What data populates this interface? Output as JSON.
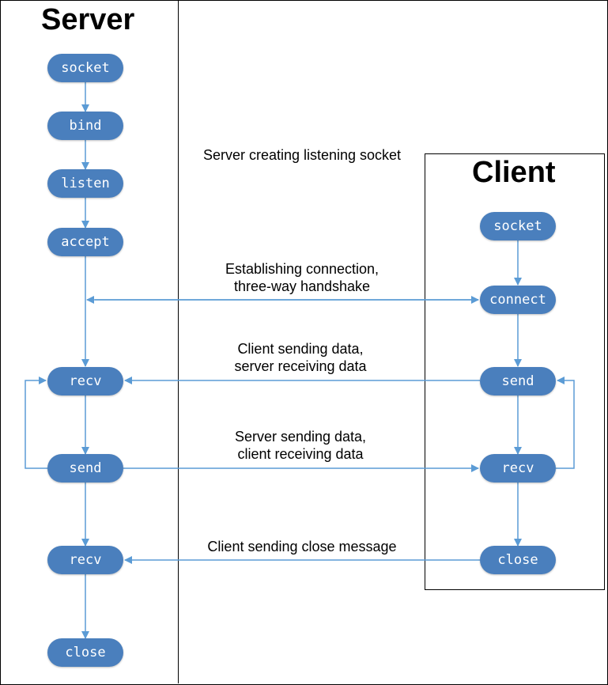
{
  "server": {
    "title": "Server",
    "steps": [
      "socket",
      "bind",
      "listen",
      "accept",
      "recv",
      "send",
      "recv",
      "close"
    ]
  },
  "client": {
    "title": "Client",
    "steps": [
      "socket",
      "connect",
      "send",
      "recv",
      "close"
    ]
  },
  "messages": [
    {
      "lines": [
        "Server creating listening socket"
      ]
    },
    {
      "lines": [
        "Establishing connection,",
        "three-way handshake"
      ]
    },
    {
      "lines": [
        "Client sending data,",
        "server receiving data"
      ]
    },
    {
      "lines": [
        "Server sending data,",
        "client receiving data"
      ]
    },
    {
      "lines": [
        "Client sending close message"
      ]
    }
  ],
  "colors": {
    "node_fill": "#4a7fbd",
    "node_text": "#ffffff",
    "connector": "#5b9bd5"
  }
}
